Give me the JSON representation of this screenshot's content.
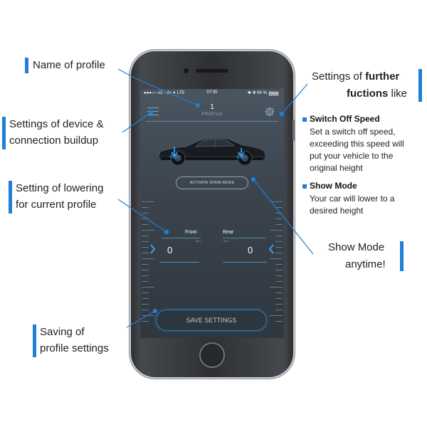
{
  "annotations": {
    "name_of_profile": "Name of profile",
    "settings_device_line1": "Settings of device &",
    "settings_device_line2": "connection buildup",
    "lowering_line1": "Setting of lowering",
    "lowering_line2": "for current profile",
    "saving_line1": "Saving of",
    "saving_line2": "profile settings",
    "further_line1_prefix": "Settings of",
    "further_line1_bold": "further",
    "further_line2_bold": "fuctions",
    "further_line2_suffix": "like",
    "switch_off_title": "Switch Off Speed",
    "switch_off_lines": [
      "Set a switch off speed,",
      "exceeding this speed will",
      "put your vehicle to the",
      "original height"
    ],
    "show_mode_title": "Show Mode",
    "show_mode_lines": [
      "Your car will lower to a",
      "desired height"
    ],
    "show_mode_anytime_line1": "Show Mode",
    "show_mode_anytime_line2": "anytime!"
  },
  "app": {
    "status_carrier": "●●●○○ o2 - de ✦ LTE",
    "status_time": "07:35",
    "status_battery": "✱ ❋ 94 %",
    "profile_number": "1",
    "profile_label": "PROFILE",
    "show_mode_button": "ACTIVATE SHOW MODE",
    "front_label": "Front",
    "rear_label": "Rear",
    "unit": "mm",
    "front_value": "0",
    "rear_value": "0",
    "save_button": "SAVE SETTINGS"
  },
  "icons": [
    "menu-icon",
    "gear-icon",
    "chevron-right-icon",
    "chevron-left-icon",
    "car-icon"
  ],
  "colors": {
    "accent": "#1f7fd8",
    "screen_line": "#5a86a8"
  }
}
